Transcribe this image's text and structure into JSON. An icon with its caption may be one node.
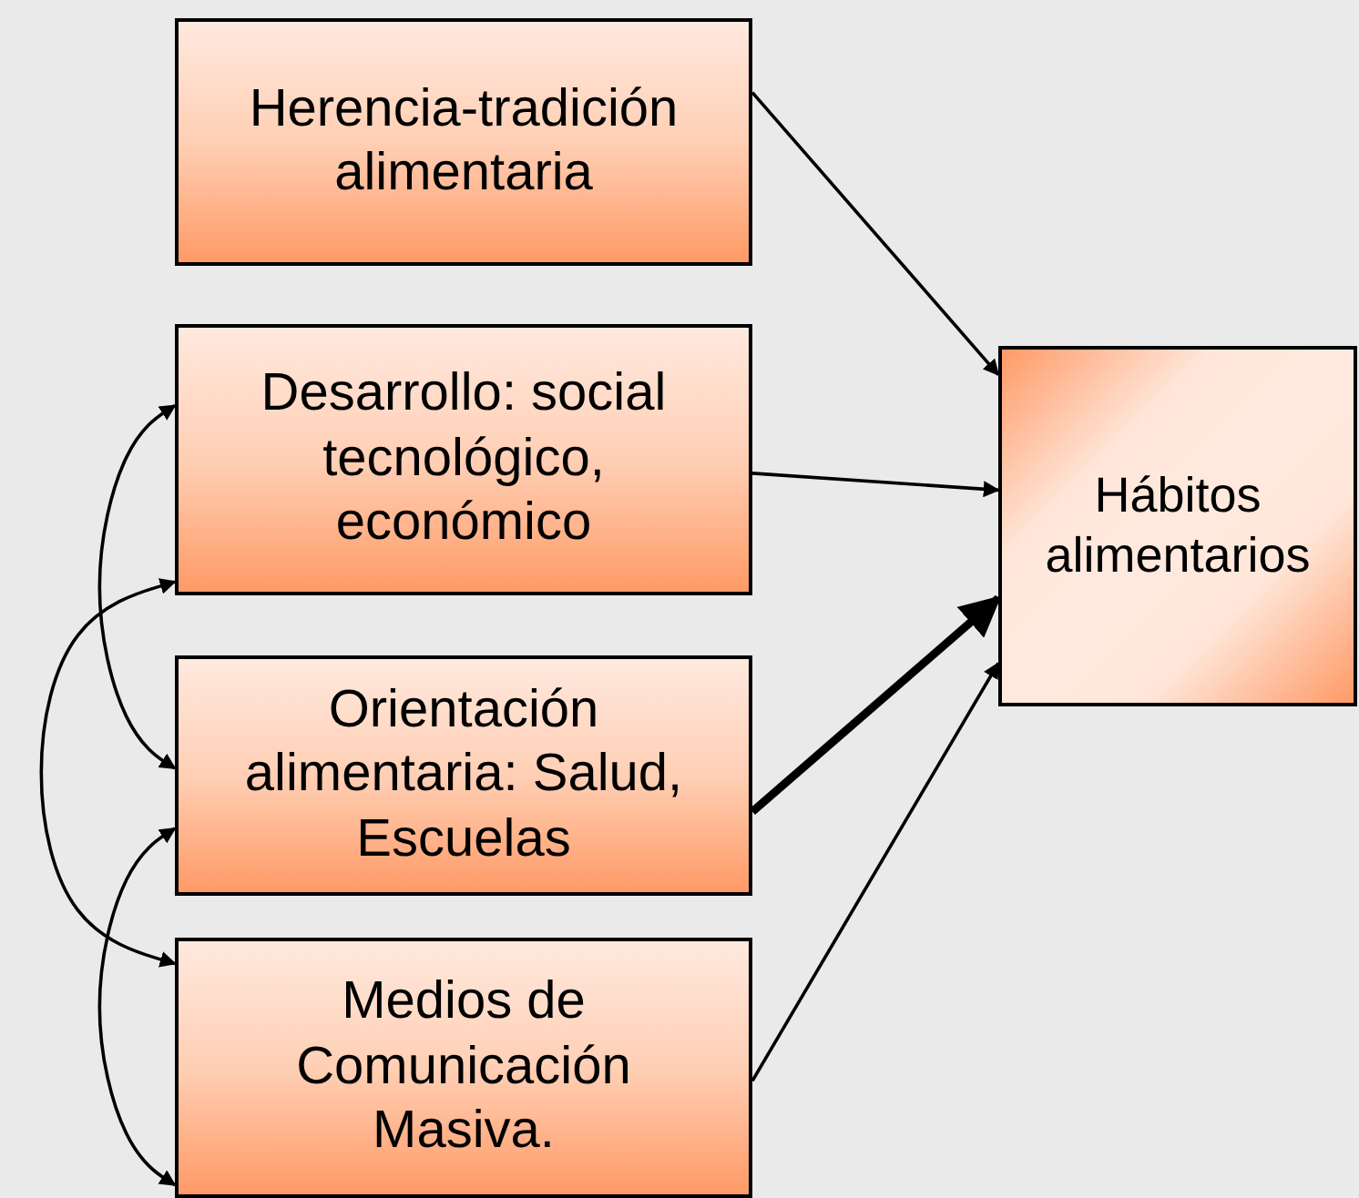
{
  "diagram": {
    "nodes": [
      {
        "text": [
          "Herencia-tradición alimentaria"
        ]
      },
      {
        "text": [
          "Desarrollo: social tecnológico, económico"
        ]
      },
      {
        "text": [
          "Orientación alimentaria: Salud, Escuelas"
        ]
      },
      {
        "text": [
          "Medios de Comunicación Masiva."
        ]
      },
      {
        "text": [
          "Hábitos alimentarios"
        ]
      }
    ],
    "edges": [
      {
        "from": 0,
        "to": 4,
        "arrow": "to"
      },
      {
        "from": 1,
        "to": 4,
        "arrow": "to"
      },
      {
        "from": 2,
        "to": 4,
        "arrow": "to",
        "style": "thick"
      },
      {
        "from": 3,
        "to": 4,
        "arrow": "to"
      },
      {
        "from": 1,
        "to": 2,
        "arrow": "both"
      },
      {
        "from": 1,
        "to": 3,
        "arrow": "both"
      },
      {
        "from": 2,
        "to": 3,
        "arrow": "both"
      }
    ]
  }
}
